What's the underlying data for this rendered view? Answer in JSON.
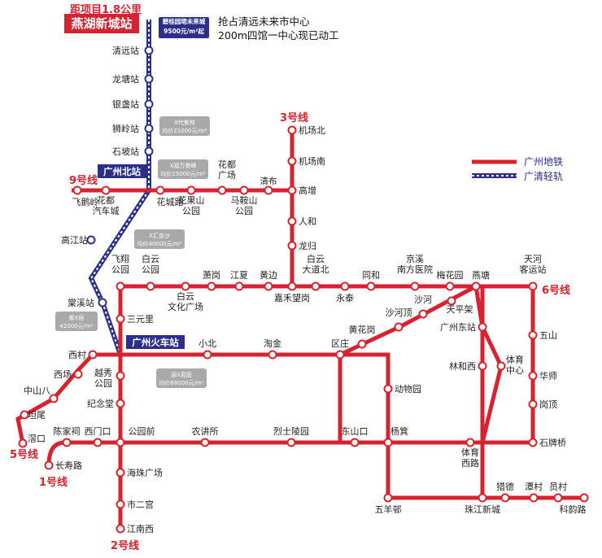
{
  "header": {
    "distance_note": "距项目1.8公里",
    "project_station": "燕湖新城站",
    "project_badge": "碧桂园珺未来城\n9500元/m²起",
    "project_note_1": "抢占清远未来市中心",
    "project_note_2": "200m四馆一中心现已动工"
  },
  "legend": {
    "metro": "广州地铁",
    "light_rail": "广清轻轨"
  },
  "colors": {
    "metro": "#d7232f",
    "light_rail": "#2b2f8a",
    "price_box": "#a9a9a9"
  },
  "line_labels": {
    "line1": "1号线",
    "line2": "2号线",
    "line3": "3号线",
    "line5": "5号线",
    "line6": "6号线",
    "line9": "9号线"
  },
  "hubs": {
    "guangzhou_north": "广州北站",
    "guangzhou_railway": "广州火车站"
  },
  "price_tags": [
    {
      "name": "X代紫林",
      "price": "均价21000元/m²"
    },
    {
      "name": "X福万景峰",
      "price": "均价25000元/m²"
    },
    {
      "name": "X汇金沙",
      "price": "均价40000元/m²"
    },
    {
      "name": "紫X居",
      "price": "42000元/m²"
    },
    {
      "name": "源X君庭",
      "price": "均价68000元/m²"
    }
  ],
  "stations": {
    "qingyuan": "清远站",
    "longtang": "龙塘站",
    "yinzhan": "银盏站",
    "shiling": "狮岭站",
    "shipo": "石坡站",
    "gaojiang": "高江站",
    "tangxi": "棠溪站",
    "feieling": "飞鹅岭",
    "huadu_qichecheng": "花都\n汽车城",
    "huachenglu": "花城路",
    "huaguoshan": "花果山\n公园",
    "huadu_guangchang": "花都\n广场",
    "maanshan": "马鞍山\n公园",
    "qingbu": "清布",
    "gaozeng": "高增",
    "jichangbei": "机场北",
    "jichangnan": "机场南",
    "renhe": "人和",
    "longgui": "龙归",
    "feixiang": "飞翔\n公园",
    "baiyun_gongyuan": "白云\n公园",
    "baiyun_wenhua": "白云\n文化广场",
    "xiaogang": "萧岗",
    "jiangxia": "江夏",
    "huangbian": "黄边",
    "baiyun_dadaobei": "白云\n大道北",
    "jiahewanggang": "嘉禾望岗",
    "yongtai": "永泰",
    "tonghe": "同和",
    "jingxi": "京溪\n南方医院",
    "meihuayuan": "梅花园",
    "yantang": "燕塘",
    "tianhe_keyunzhan": "天河\n客运站",
    "sanyuanli": "三元里",
    "xiaobei": "小北",
    "taojin": "淘金",
    "quzhuang": "区庄",
    "huanghuagang": "黄花岗",
    "shahedin": "沙河顶",
    "shahe": "沙河",
    "tianpingjia": "天平架",
    "guangzhou_dongzhan": "广州东站",
    "linhexi": "林和西",
    "tiyu_zhongxin": "体育\n中心",
    "wushan": "五山",
    "huashi": "华师",
    "gangding": "岗顶",
    "shipaiqiao": "石牌桥",
    "xicun": "西村",
    "xichang": "西场",
    "zhongshanba": "中山八",
    "tanwei": "坦尾",
    "jiaokou": "滘口",
    "yuexiu_gongyuan": "越秀\n公园",
    "jinianting": "纪念堂",
    "dongwuyuan": "动物园",
    "chenjiaci": "陈家祠",
    "ximenkou": "西门口",
    "gongyuanqian": "公园前",
    "nongjiangsuo": "农讲所",
    "lieshilingyuan": "烈士陵园",
    "dongshankou": "东山口",
    "yangji": "杨箕",
    "tiyu_xilu": "体育\n西路",
    "changshoulu": "长寿路",
    "haizhu_guangchang": "海珠广场",
    "shiergong": "市二宫",
    "jiangnanxi": "江南西",
    "wuyangcun": "五羊邨",
    "zhujiang_xincheng": "珠江新城",
    "liede": "猎德",
    "tancun": "潭村",
    "yuancun": "员村",
    "kejunlu": "科韵路"
  }
}
